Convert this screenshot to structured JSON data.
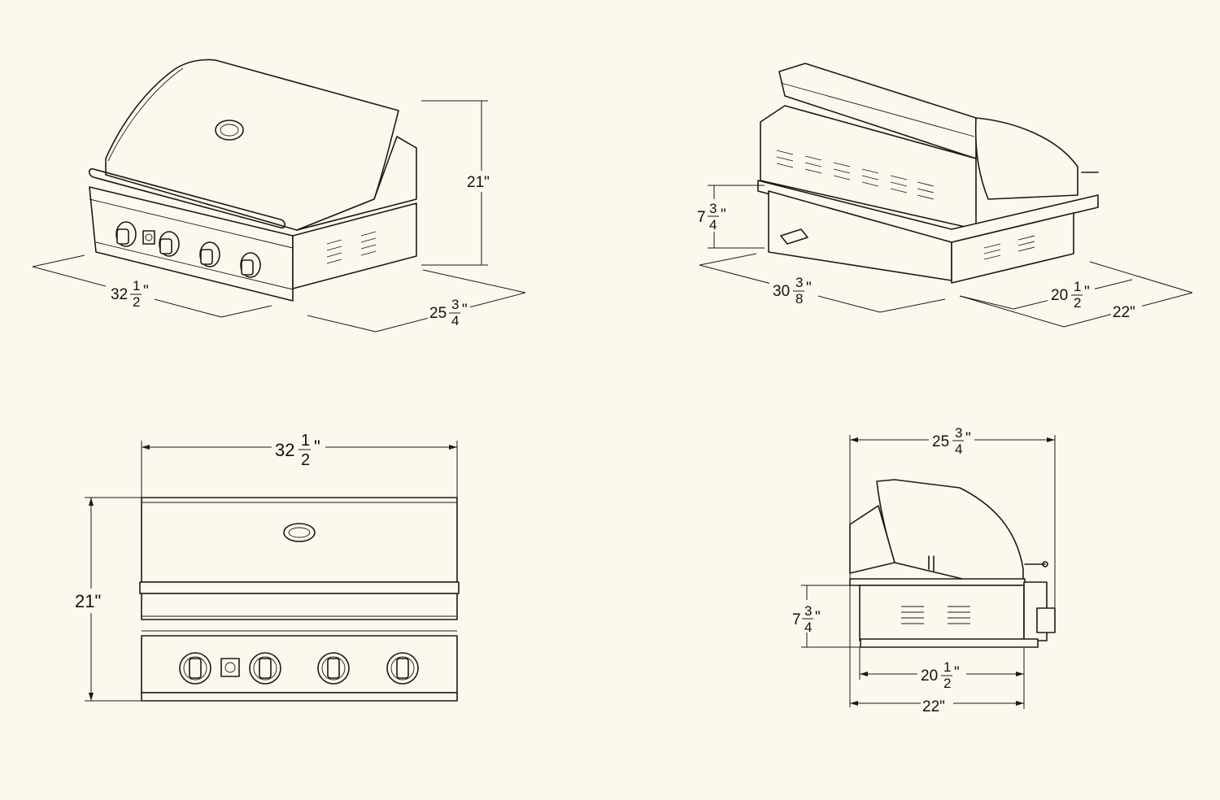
{
  "views": {
    "iso_front": {
      "dims": {
        "width_whole": "32",
        "width_num": "1",
        "width_den": "2",
        "width_unit": "\"",
        "height": "21\"",
        "depth_whole": "25",
        "depth_num": "3",
        "depth_den": "4",
        "depth_unit": "\""
      }
    },
    "iso_back": {
      "dims": {
        "drop_whole": "7",
        "drop_num": "3",
        "drop_den": "4",
        "drop_unit": "\"",
        "cutout_width_whole": "30",
        "cutout_width_num": "3",
        "cutout_width_den": "8",
        "cutout_width_unit": "\"",
        "cutout_depth_whole": "20",
        "cutout_depth_num": "1",
        "cutout_depth_den": "2",
        "cutout_depth_unit": "\"",
        "depth": "22\""
      }
    },
    "front": {
      "dims": {
        "width_whole": "32",
        "width_num": "1",
        "width_den": "2",
        "width_unit": "\"",
        "height": "21\""
      }
    },
    "side": {
      "dims": {
        "overall_depth_whole": "25",
        "overall_depth_num": "3",
        "overall_depth_den": "4",
        "overall_depth_unit": "\"",
        "drop_whole": "7",
        "drop_num": "3",
        "drop_den": "4",
        "drop_unit": "\"",
        "cutout_depth_whole": "20",
        "cutout_depth_num": "1",
        "cutout_depth_den": "2",
        "cutout_depth_unit": "\"",
        "depth": "22\""
      }
    }
  },
  "colors": {
    "background": "#fdf8ee",
    "line": "#1a1a1a"
  }
}
